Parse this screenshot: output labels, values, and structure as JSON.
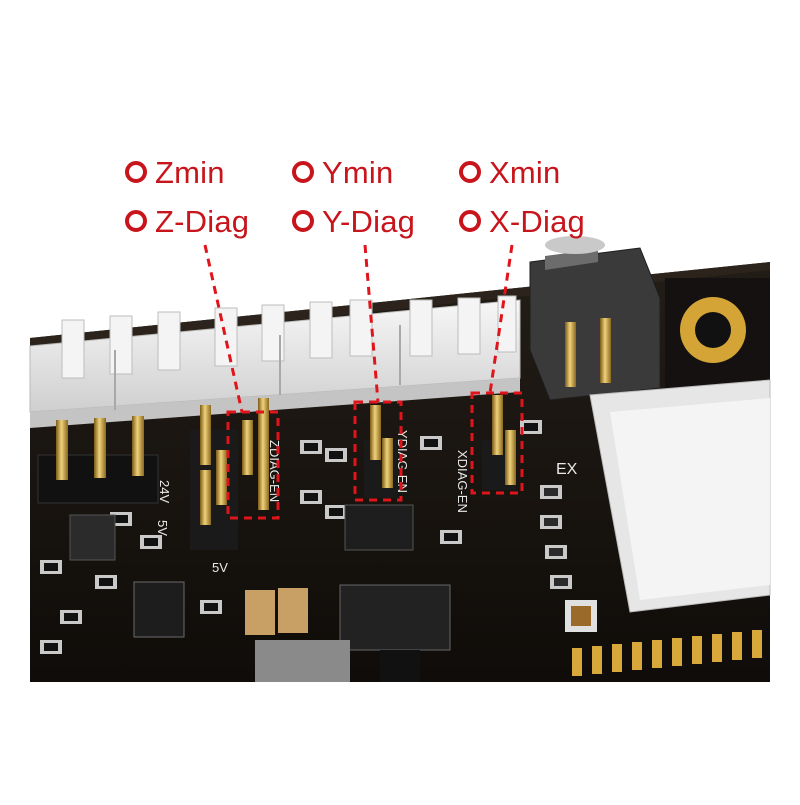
{
  "labels": [
    {
      "name": "Zmin",
      "col": "z"
    },
    {
      "name": "Z-Diag",
      "col": "z"
    },
    {
      "name": "Ymin",
      "col": "y"
    },
    {
      "name": "Y-Diag",
      "col": "y"
    },
    {
      "name": "Xmin",
      "col": "x"
    },
    {
      "name": "X-Diag",
      "col": "x"
    }
  ],
  "silkscreen": {
    "v24": "24V",
    "v5a": "5V",
    "v5b": "5V",
    "zdiag": "ZDIAG-EN",
    "ydiag": "YDIAG-EN",
    "xdiag": "XDIAG-EN",
    "ex": "EX"
  },
  "colors": {
    "accent_red": "#c8141b",
    "pcb": "#17130f",
    "connector": "#ebebeb",
    "gold": "#c99a2b"
  }
}
